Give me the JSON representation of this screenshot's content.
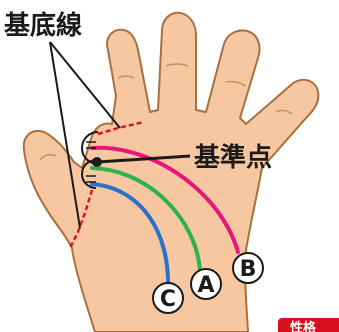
{
  "labels": {
    "baseline": "基底線",
    "reference_point": "基準点",
    "corner_badge": "性格"
  },
  "lines": [
    {
      "name": "B",
      "color": "#e8157a"
    },
    {
      "name": "A",
      "color": "#2cb34a"
    },
    {
      "name": "C",
      "color": "#2a72c9"
    }
  ],
  "colors": {
    "skin": "#f7c7a2",
    "outline": "#a8703f",
    "baseline_dash": "#e0102a",
    "badge": "#d8101e",
    "text": "#1a1a1a"
  }
}
